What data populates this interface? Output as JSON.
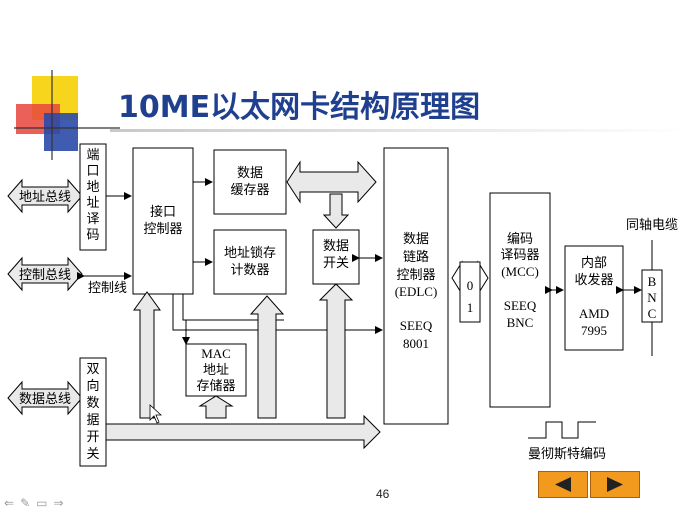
{
  "title": "10ME以太网卡结构原理图",
  "page_number": "46",
  "labels": {
    "address_bus": "地址总线",
    "control_bus": "控制总线",
    "data_bus": "数据总线",
    "control_line": "控制线",
    "port_decoder": [
      "端",
      "口",
      "地",
      "址",
      "译",
      "码"
    ],
    "interface_controller": [
      "接口",
      "控制器"
    ],
    "data_buffer": [
      "数据",
      "缓存器"
    ],
    "addr_latch_counter": [
      "地址锁存",
      "计数器"
    ],
    "data_switch": [
      "数据",
      "开关"
    ],
    "edlc": [
      "数据",
      "链路",
      "控制器",
      "(EDLC)",
      "",
      "SEEQ",
      "8001"
    ],
    "bidir_data_switch": [
      "双",
      "向",
      "数",
      "据",
      "开",
      "关"
    ],
    "mac_storage": [
      "MAC",
      "地址",
      "存储器"
    ],
    "mcc": [
      "编码",
      "译码器",
      "(MCC)",
      "",
      "SEEQ",
      "BNC"
    ],
    "bits": [
      "0",
      "1"
    ],
    "transceiver": [
      "内部",
      "收发器",
      "",
      "AMD",
      "7995"
    ],
    "coax": "同轴电缆",
    "bnc": [
      "B",
      "N",
      "C"
    ],
    "manchester": "曼彻斯特编码"
  },
  "colors": {
    "title": "#1f3f8f",
    "arrow_fill": "#e9e9e9",
    "nav_button": "#f29a1e",
    "deco_yellow": "#f7d51d",
    "deco_red": "#e8453c",
    "deco_blue": "#2a4aa8"
  },
  "nav": {
    "prev": "previous-slide",
    "next": "next-slide"
  }
}
